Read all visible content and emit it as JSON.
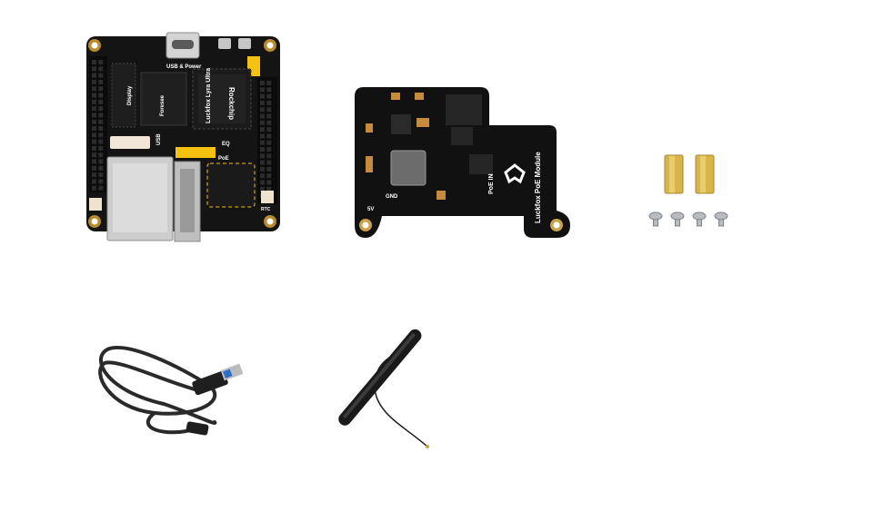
{
  "background_color": "#ffffff",
  "board": {
    "label_usb_power": "USB & Power",
    "label_name": "Luckfox Lyra Ultra",
    "label_chip": "Rockchip",
    "label_usb": "USB",
    "label_eq": "EQ",
    "label_poe": "PoE",
    "label_rtc": "RTC",
    "label_display": "Display",
    "label_ic": "Foresee",
    "color_pcb": "#141414",
    "color_header": "#f5c211",
    "color_metal": "#c9c9c9"
  },
  "poe_module": {
    "label_title": "Luckfox PoE Module",
    "label_poe_in": "PoE IN",
    "label_gnd": "GND",
    "label_5v": "5V",
    "color_pcb": "#111111"
  },
  "hardware": {
    "standoff_count": 2,
    "screw_count": 4,
    "color_brass": "#d9b44a",
    "color_screw": "#b8bcc0"
  },
  "usb_cable": {
    "icon": "usb-cable-icon",
    "color": "#2a2a2a"
  },
  "antenna": {
    "icon": "antenna-icon",
    "color": "#1a1a1a"
  }
}
